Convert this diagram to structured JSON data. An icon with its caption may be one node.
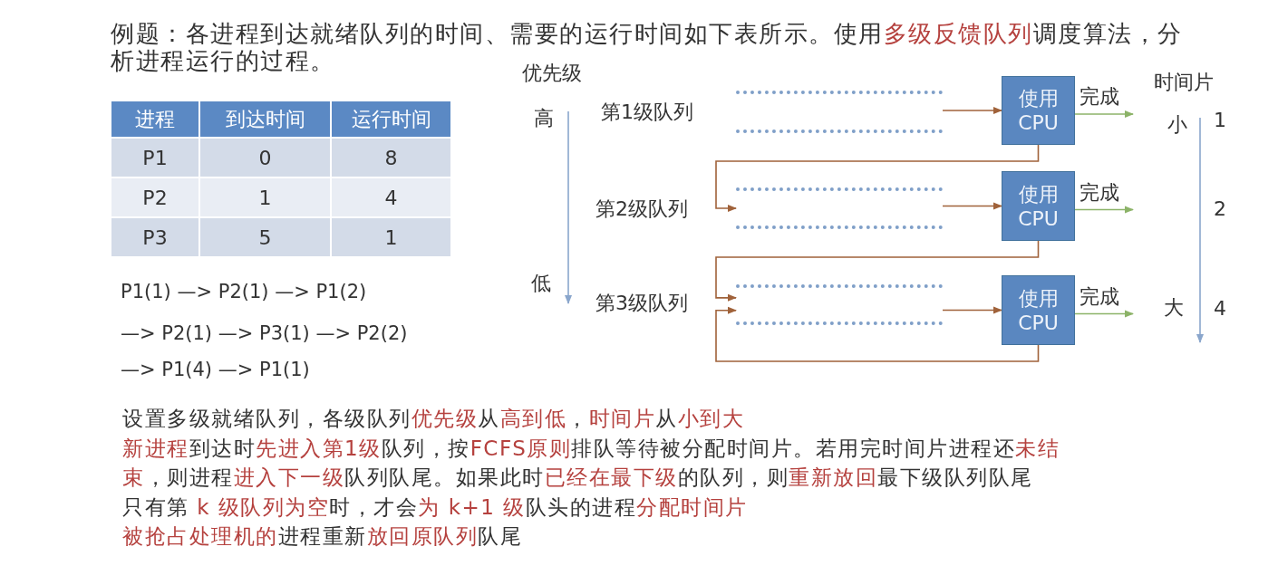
{
  "diagram": {
    "title": "例题：各进程到达就绪队列的时间、需要的运行时间如下表所示。使用**多级反馈队列**调度算法，分析进程运行的过程。",
    "nodes": [
      {
        "text": [],
        "shape": "box",
        "beside": [
          "第1级队列"
        ]
      },
      {
        "text": [
          "使用CPU"
        ]
      },
      {
        "text": [],
        "shape": "box",
        "beside": [
          "第2级队列"
        ]
      },
      {
        "text": [
          "使用CPU"
        ]
      },
      {
        "text": [],
        "shape": "box",
        "beside": [
          "第3级队列"
        ]
      },
      {
        "text": [
          "使用CPU"
        ]
      }
    ],
    "edges": [
      {
        "from": 0,
        "to": 1,
        "arrow": "to"
      },
      {
        "from": 1,
        "to": 2,
        "arrow": "to"
      },
      {
        "from": 2,
        "to": 3,
        "arrow": "to"
      },
      {
        "from": 3,
        "to": 4,
        "arrow": "to"
      },
      {
        "from": 4,
        "to": 5,
        "arrow": "to"
      },
      {
        "from": 5,
        "to": 4,
        "arrow": "to"
      },
      {
        "from": 1,
        "to": null,
        "arrow": "to",
        "label": "完成",
        "color": "#8cb368"
      },
      {
        "from": 3,
        "to": null,
        "arrow": "to",
        "label": "完成",
        "color": "#8cb368"
      },
      {
        "from": 5,
        "to": null,
        "arrow": "to",
        "label": "完成",
        "color": "#8cb368"
      }
    ],
    "labels": [
      "优先级",
      "时间片",
      "高",
      "小",
      "1",
      "进程",
      "到达时间",
      "运行时间",
      "P1",
      "0",
      "8",
      "P2",
      "1",
      "4",
      "P3",
      "5",
      "1",
      "2",
      "低",
      "大",
      "4",
      "P1(1) —> P2(1) —> P1(2)",
      "—> P2(1) —> P3(1) —> P2(2)",
      "—> P1(4) —> P1(1)",
      "设置多级就绪队列，各级队列**优先级**从**高到低**，**时间片**从**小到大**",
      "**新进程**到达时**先进入第1级**队列，按**FCFS原则**排队等待被分配时间片。若用完时间片进程还**未结束**，则进程**进入下一级**队列队尾。如果此时**已经在最下级**的队列，则**重新放回**最下级队列队尾",
      "只有第 **k 级队列为空**时，才会**为 k+1 级**队头的进程**分配时间片**",
      "**被抢占处理机的**进程重新**放回原队列**队尾"
    ]
  }
}
